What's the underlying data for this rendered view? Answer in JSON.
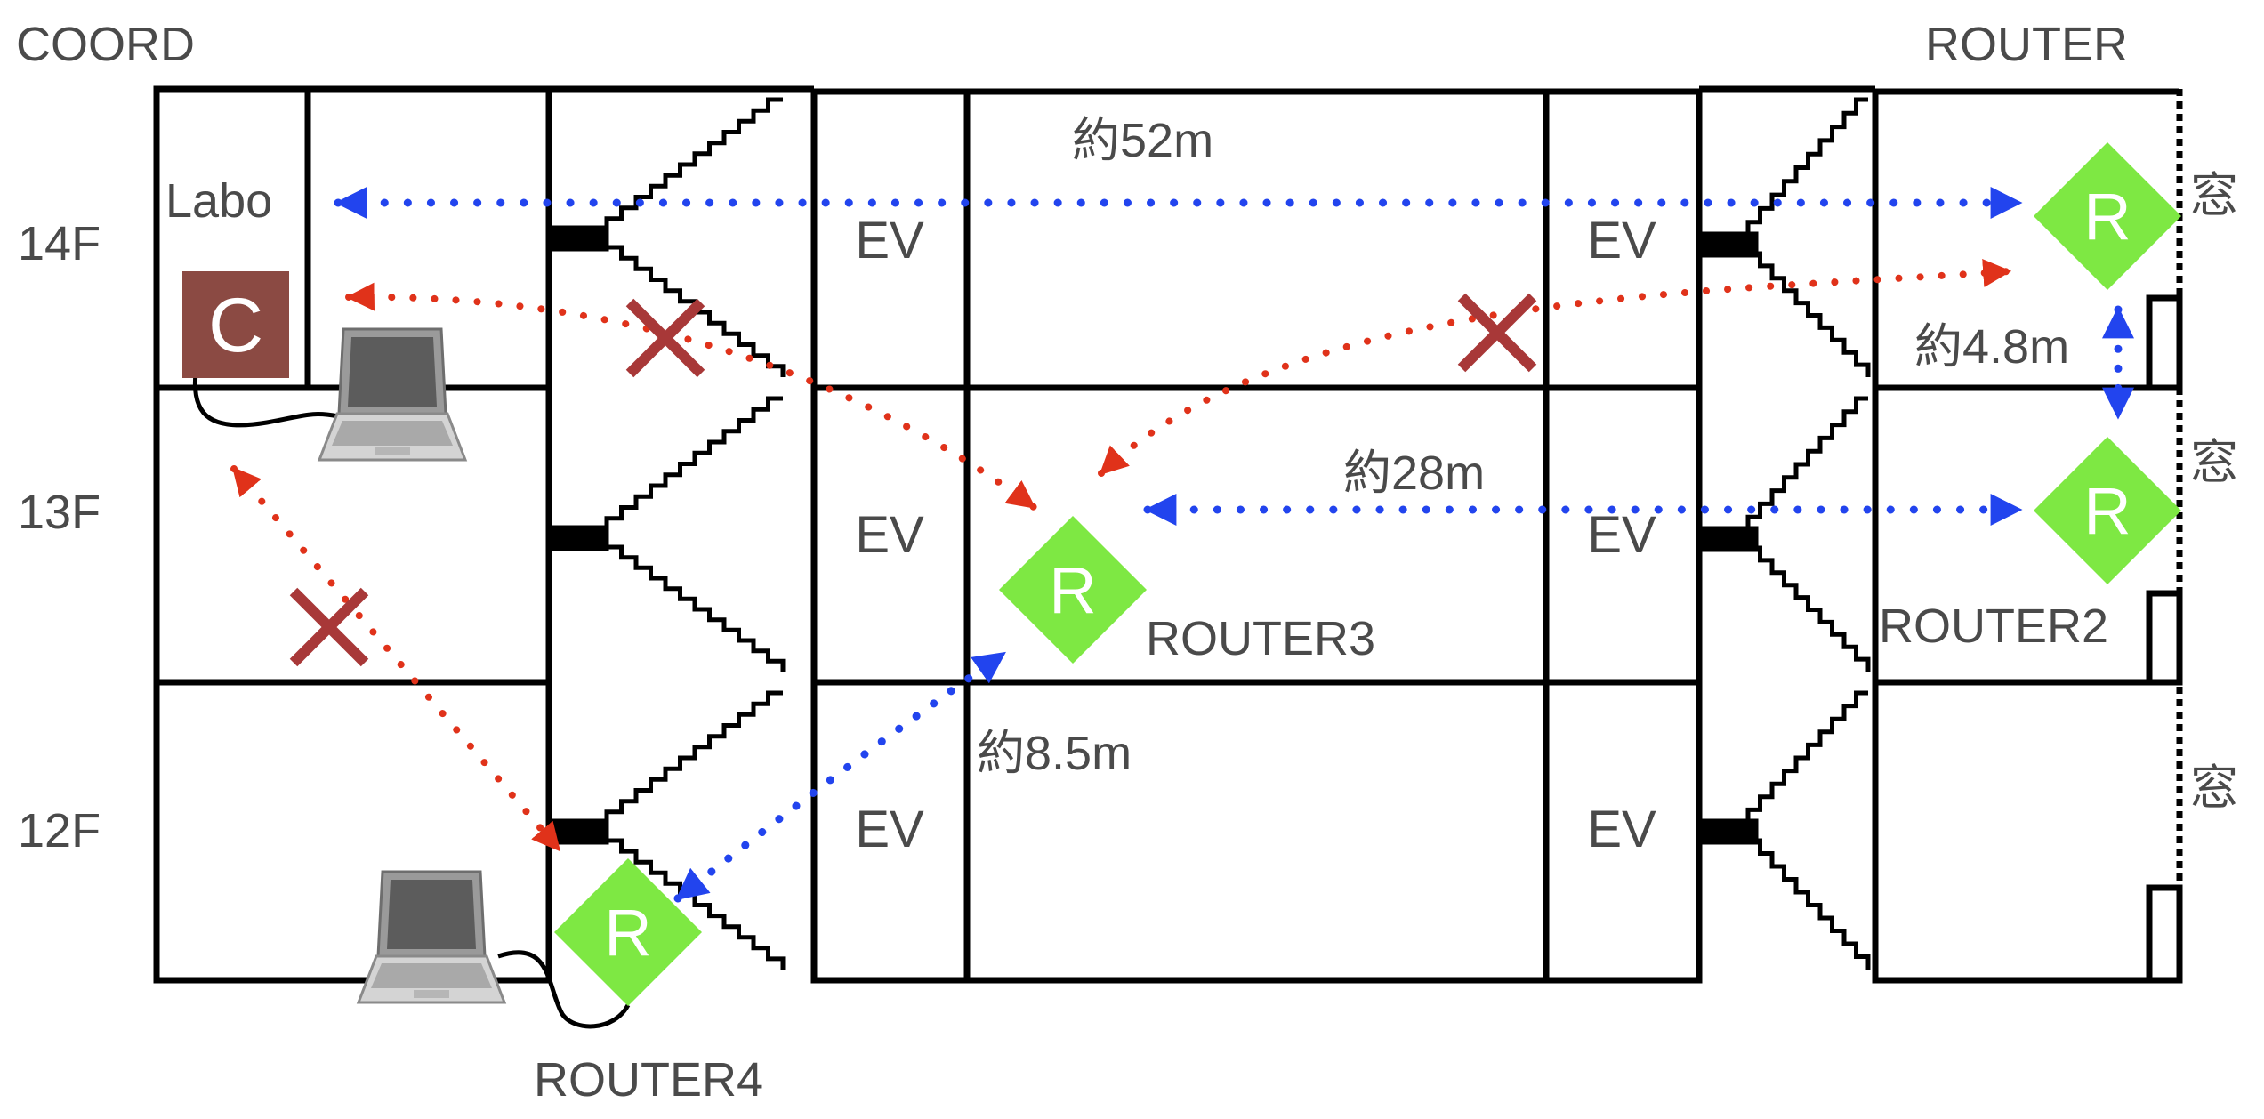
{
  "labels": {
    "coord": "COORD",
    "router": "ROUTER",
    "labo": "Labo",
    "coord_node": "C",
    "router_node": "R",
    "router2": "ROUTER2",
    "router3": "ROUTER3",
    "router4": "ROUTER4",
    "window": "窓",
    "elevator": "EV"
  },
  "floors": [
    "14F",
    "13F",
    "12F"
  ],
  "distances": {
    "d52": "約52m",
    "d28": "約28m",
    "d48": "約4.8m",
    "d85": "約8.5m"
  },
  "colors": {
    "router": "#7ee843",
    "coord": "#8b4a43",
    "ok_link": "#2244ee",
    "ng_link": "#e0321a",
    "cross": "#a83838",
    "wall": "#000000"
  }
}
